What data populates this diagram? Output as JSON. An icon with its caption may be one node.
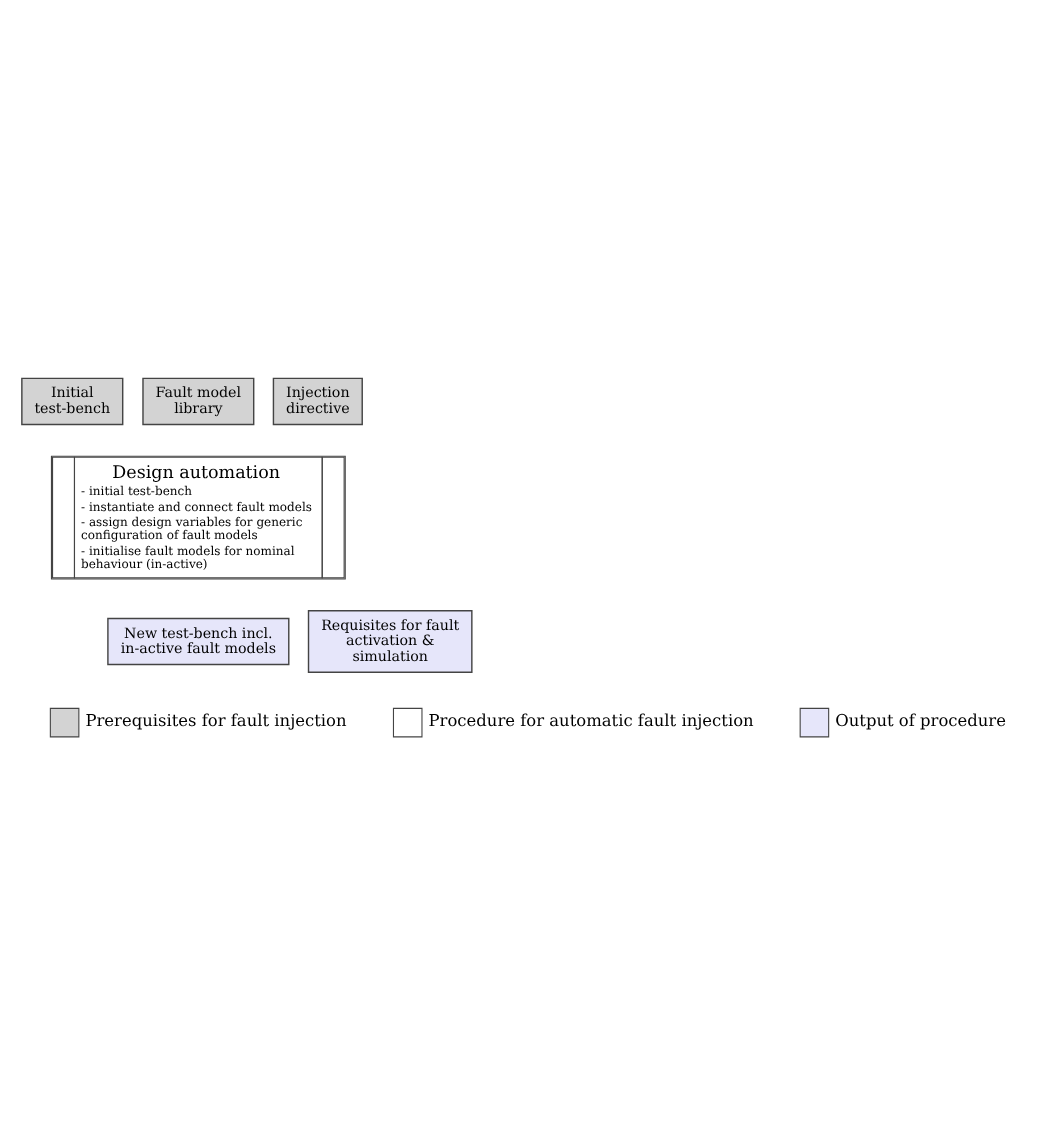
{
  "diagram": {
    "nodes": [
      {
        "text": [
          "Initial test-bench"
        ]
      },
      {
        "text": [
          "Fault model library"
        ]
      },
      {
        "text": [
          "Injection directive"
        ]
      },
      {
        "text": [
          "Design automation",
          "- initial test-bench",
          "- instantiate and connect fault models",
          "- assign design variables for generic configuration of fault models",
          "- initialise fault models for nominal behaviour (in-active)"
        ]
      },
      {
        "text": [
          "New test-bench incl. in-active fault models"
        ]
      },
      {
        "text": [
          "Requisites for fault activation & simulation"
        ]
      }
    ],
    "edges": [],
    "legend": [
      {
        "text": "Prerequisites for fault injection",
        "color": "#d3d3d3"
      },
      {
        "text": "Procedure for automatic fault injection",
        "color": "#ffffff"
      },
      {
        "text": "Output of procedure",
        "color": "#e6e6fa"
      }
    ]
  }
}
